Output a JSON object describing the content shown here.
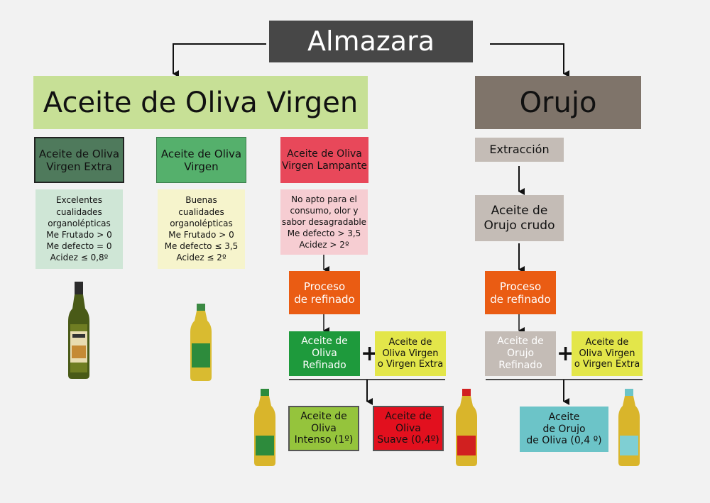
{
  "title": "Almazara",
  "branches": {
    "virgen": "Aceite de Oliva Virgen",
    "orujo": "Orujo"
  },
  "categories": [
    {
      "label": "Aceite de Oliva\nVirgen Extra",
      "note": "Excelentes\ncualidades\norganolépticas\nMe Frutado > 0\nMe defecto = 0\nAcidez ≤ 0,8º",
      "color": "#4f7a5c",
      "note_color": "#cfe6d6"
    },
    {
      "label": "Aceite de Oliva\nVirgen",
      "note": "Buenas\ncualidades\norganolépticas\nMe Frutado > 0\nMe defecto ≤ 3,5\nAcidez ≤ 2º",
      "color": "#55b06c",
      "note_color": "#f6f4cc"
    },
    {
      "label": "Aceite de Oliva\nVirgen Lampante",
      "note": "No apto para el\nconsumo, olor y\nsabor desagradable\nMe defecto > 3,5\nAcidez  > 2º",
      "color": "#e8485a",
      "note_color": "#f6cdd2"
    }
  ],
  "refining": {
    "process": "Proceso\nde refinado",
    "refined_oil": "Aceite de\nOliva\nRefinado",
    "blend_virgin": "Aceite de\nOliva Virgen\no Virgen Extra",
    "plus": "+"
  },
  "results": {
    "intenso": "Aceite de\nOliva\nIntenso (1º)",
    "suave": "Aceite de\nOliva\nSuave (0,4º)"
  },
  "orujo_path": {
    "extraction": "Extracción",
    "crude": "Aceite de\nOrujo crudo",
    "process": "Proceso\nde refinado",
    "refined": "Aceite de\nOrujo\nRefinado",
    "blend_virgin": "Aceite de\nOliva Virgen\no Virgen Extra",
    "plus": "+",
    "result": "Aceite\nde Orujo\nde Oliva (0,4 º)"
  },
  "colors": {
    "title_bg": "#474747",
    "virgen_bg": "#c7e096",
    "orujo_bg": "#7f746a",
    "orujo_steps": "#c4bcb6",
    "refine_orange": "#ea5c13",
    "refined_green": "#1e9a3c",
    "blend_yellow": "#e3e64a",
    "intenso_green": "#95c43c",
    "suave_red": "#e2101e",
    "orujo_result": "#6cc4c8"
  }
}
